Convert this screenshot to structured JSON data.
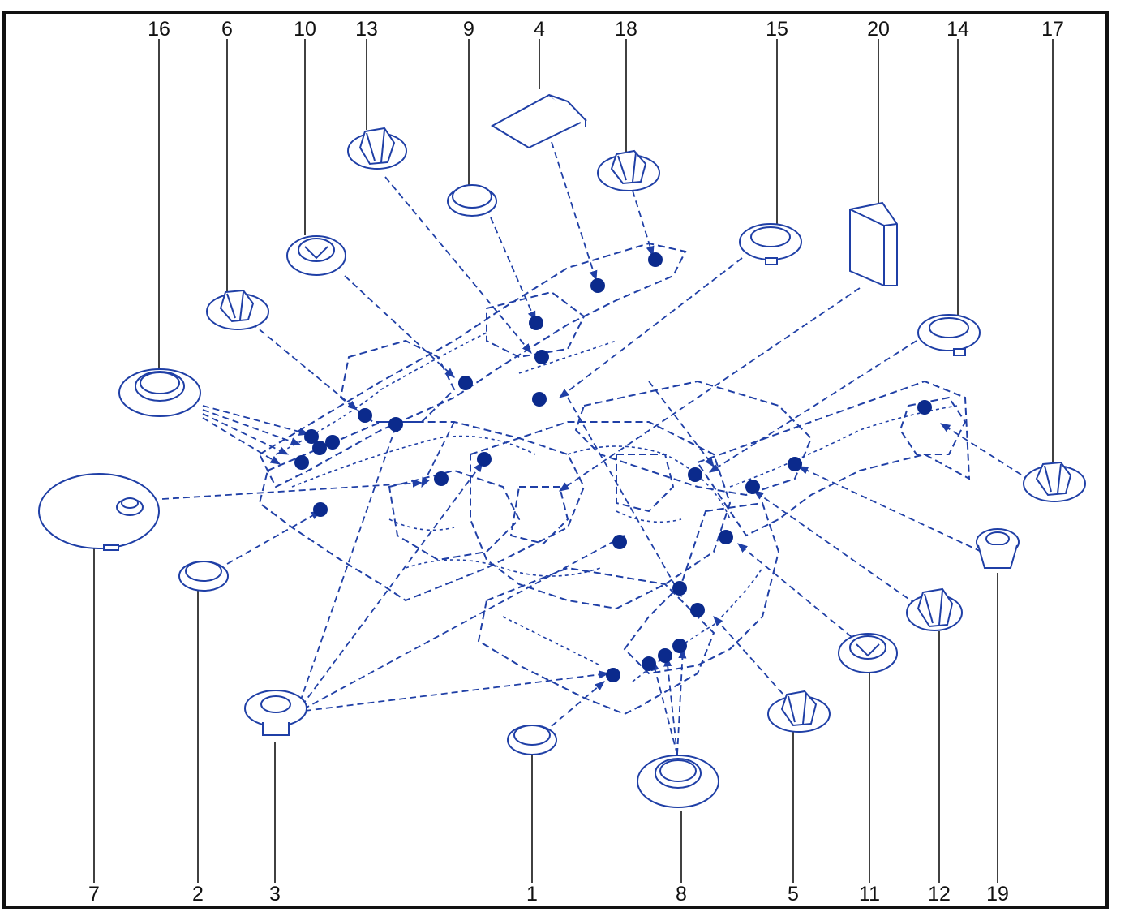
{
  "colors": {
    "line": "#1f3fa6",
    "fill": "#0b2a8c",
    "frame": "#111111",
    "label": "#111111",
    "paper": "#ffffff"
  },
  "callouts": [
    {
      "id": "16",
      "part": "large-grommet"
    },
    {
      "id": "6",
      "part": "push-clip"
    },
    {
      "id": "10",
      "part": "cup-grommet"
    },
    {
      "id": "13",
      "part": "push-clip"
    },
    {
      "id": "9",
      "part": "plug"
    },
    {
      "id": "4",
      "part": "tape-patch"
    },
    {
      "id": "18",
      "part": "push-clip"
    },
    {
      "id": "15",
      "part": "dome-plug"
    },
    {
      "id": "20",
      "part": "foam-block"
    },
    {
      "id": "14",
      "part": "dome-plug"
    },
    {
      "id": "17",
      "part": "push-clip"
    },
    {
      "id": "7",
      "part": "large-cover-plug"
    },
    {
      "id": "2",
      "part": "plug"
    },
    {
      "id": "3",
      "part": "stepped-plug"
    },
    {
      "id": "1",
      "part": "plug"
    },
    {
      "id": "8",
      "part": "large-grommet"
    },
    {
      "id": "5",
      "part": "push-clip"
    },
    {
      "id": "11",
      "part": "cup-grommet"
    },
    {
      "id": "12",
      "part": "push-clip"
    },
    {
      "id": "19",
      "part": "nut-clip"
    }
  ]
}
